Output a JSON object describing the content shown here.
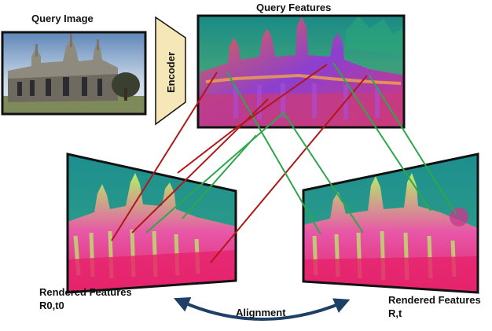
{
  "labels": {
    "query_image": "Query Image",
    "query_features": "Query Features",
    "encoder": "Encoder",
    "rendered_left_title": "Rendered Features",
    "rendered_left_pose": "R0,t0",
    "rendered_right_title": "Rendered Features",
    "rendered_right_pose": "R,t",
    "alignment": "Alignment"
  },
  "colors": {
    "encoder_fill": "#f6e7b8",
    "frame": "#111111",
    "correspondence_red": "#b01818",
    "correspondence_green": "#2ca84a",
    "alignment_arrow": "#1e3f66",
    "feature_teal": "#1f8f8c",
    "feature_magenta": "#d52a7a",
    "feature_lime": "#9ee85a",
    "feature_purple": "#7d2fb0"
  }
}
